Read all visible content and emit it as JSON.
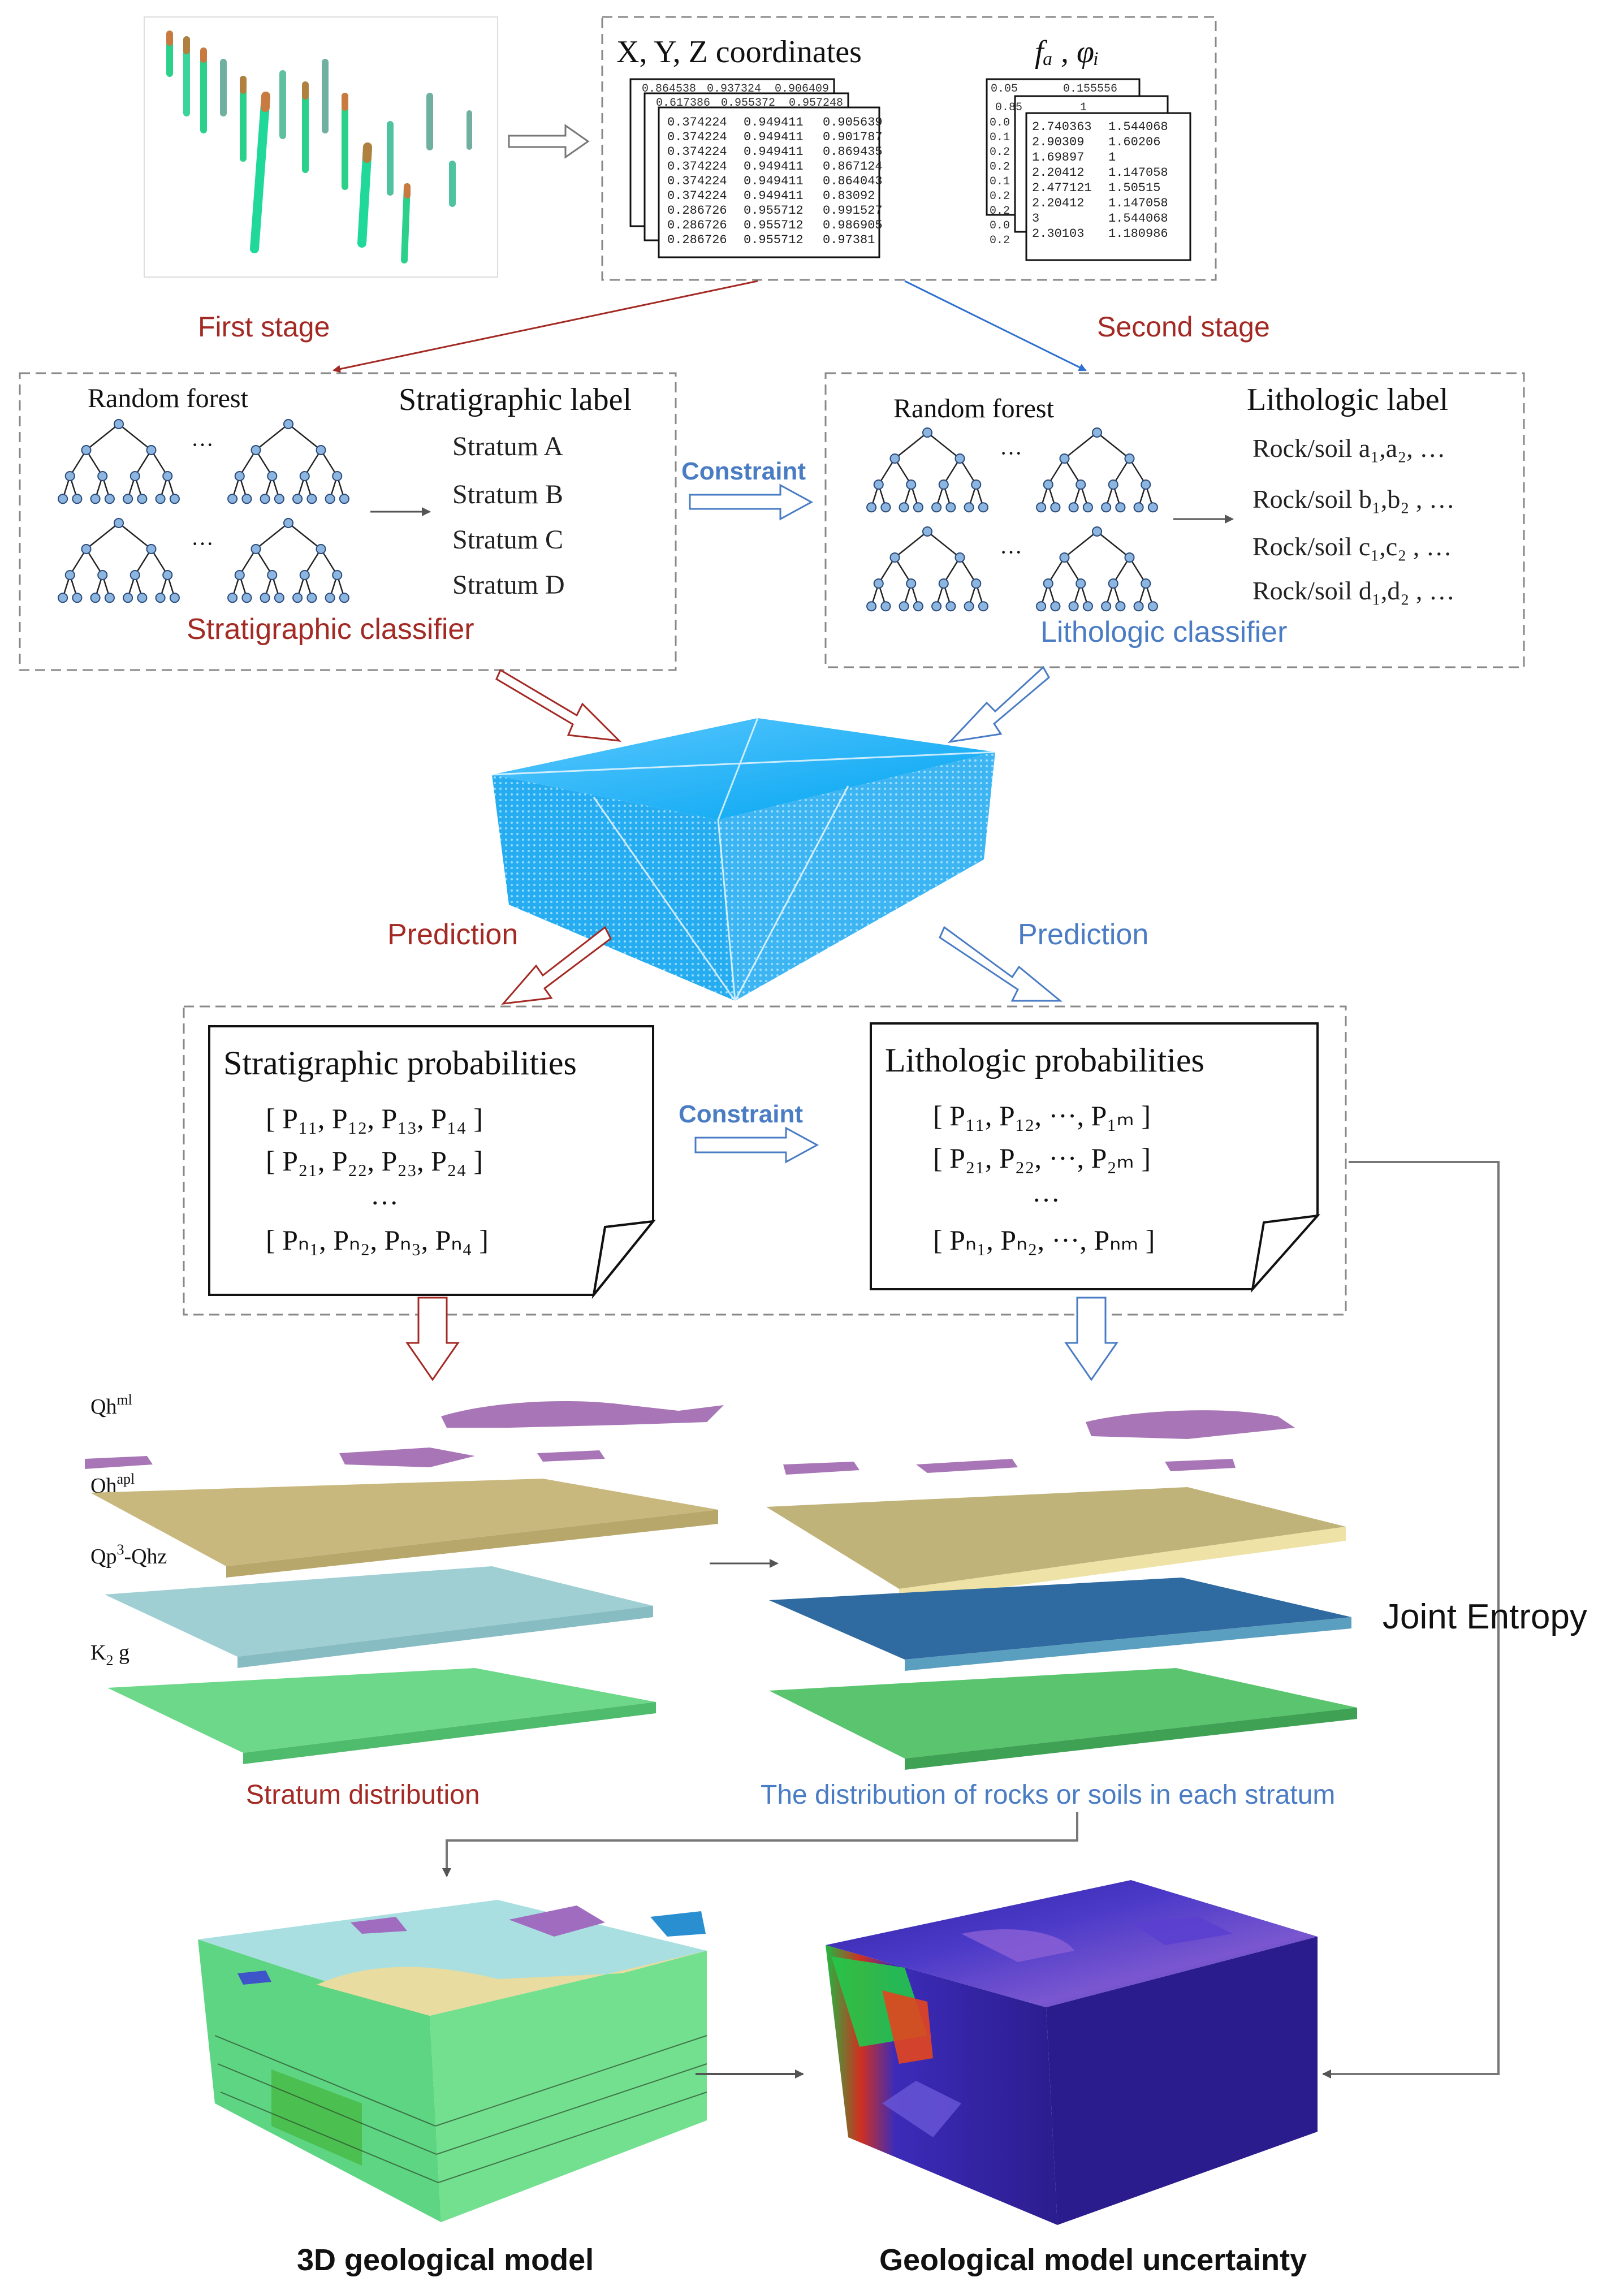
{
  "input": {
    "coords_title": "X, Y, Z coordinates",
    "features_title": "fₐ , φᵢ",
    "coords_back1": [
      "0.864538",
      "0.937324",
      "0.906409"
    ],
    "coords_back2": [
      "0.617386",
      "0.955372",
      "0.957248"
    ],
    "coords_rows": [
      [
        "0.374224",
        "0.949411",
        "0.905639"
      ],
      [
        "0.374224",
        "0.949411",
        "0.901787"
      ],
      [
        "0.374224",
        "0.949411",
        "0.869435"
      ],
      [
        "0.374224",
        "0.949411",
        "0.867124"
      ],
      [
        "0.374224",
        "0.949411",
        "0.864043"
      ],
      [
        "0.374224",
        "0.949411",
        "0.83092"
      ],
      [
        "0.286726",
        "0.955712",
        "0.991527"
      ],
      [
        "0.286726",
        "0.955712",
        "0.986905"
      ],
      [
        "0.286726",
        "0.955712",
        "0.97381"
      ]
    ],
    "feat_back1": [
      "0.05",
      "0.155556"
    ],
    "feat_back2": [
      "0.85",
      "1"
    ],
    "feat_back_left": [
      "0.0",
      "0.1",
      "0.2",
      "0.2",
      "0.1",
      "0.2",
      "0.2",
      "0.0",
      "0.2"
    ],
    "feat_rows": [
      [
        "2.740363",
        "1.544068"
      ],
      [
        "2.90309",
        "1.60206"
      ],
      [
        "1.69897",
        "1"
      ],
      [
        "2.20412",
        "1.147058"
      ],
      [
        "2.477121",
        "1.50515"
      ],
      [
        "2.20412",
        "1.147058"
      ],
      [
        "3",
        "1.544068"
      ],
      [
        "2.30103",
        "1.180986"
      ]
    ]
  },
  "stages": {
    "first": "First stage",
    "second": "Second stage"
  },
  "strat_box": {
    "rf_label": "Random forest",
    "label_title": "Stratigraphic label",
    "labels": [
      "Stratum A",
      "Stratum B",
      "Stratum C",
      "Stratum D"
    ],
    "classifier": "Stratigraphic classifier"
  },
  "lith_box": {
    "rf_label": "Random forest",
    "label_title": "Lithologic label",
    "labels": [
      "Rock/soil a₁,a₂, …",
      "Rock/soil b₁,b₂ , …",
      "Rock/soil c₁,c₂ , …",
      "Rock/soil d₁,d₂ , …"
    ],
    "classifier": "Lithologic classifier"
  },
  "constraint": "Constraint",
  "prediction_left": "Prediction",
  "prediction_right": "Prediction",
  "strat_prob": {
    "title": "Stratigraphic probabilities",
    "rows": [
      "[ P₁₁, P₁₂, P₁₃, P₁₄ ]",
      "[ P₂₁, P₂₂, P₂₃, P₂₄ ]",
      "…",
      "[ Pₙ₁, Pₙ₂, Pₙ₃, Pₙ₄ ]"
    ]
  },
  "lith_prob": {
    "title": "Lithologic probabilities",
    "rows": [
      "[ P₁₁, P₁₂, ···, P₁ₘ ]",
      "[ P₂₁, P₂₂, ···, P₂ₘ ]",
      "…",
      "[ Pₙ₁, Pₙ₂, ···, Pₙₘ ]"
    ]
  },
  "layers": [
    "Qh",
    "ml",
    "Qh",
    "apl",
    "Qp",
    "3",
    "-Qhz",
    "K",
    "2",
    " g"
  ],
  "stratum_distribution": "Stratum distribution",
  "rock_distribution": "The distribution of rocks or soils in each stratum",
  "joint_entropy": "Joint Entropy",
  "model_label": "3D geological model",
  "uncertainty_label": "Geological model uncertainty",
  "colors": {
    "red": "#a32a24",
    "blue": "#4a7cc4",
    "dark_red": "#8b1a1a",
    "grid_blue": "#00a4f0"
  }
}
